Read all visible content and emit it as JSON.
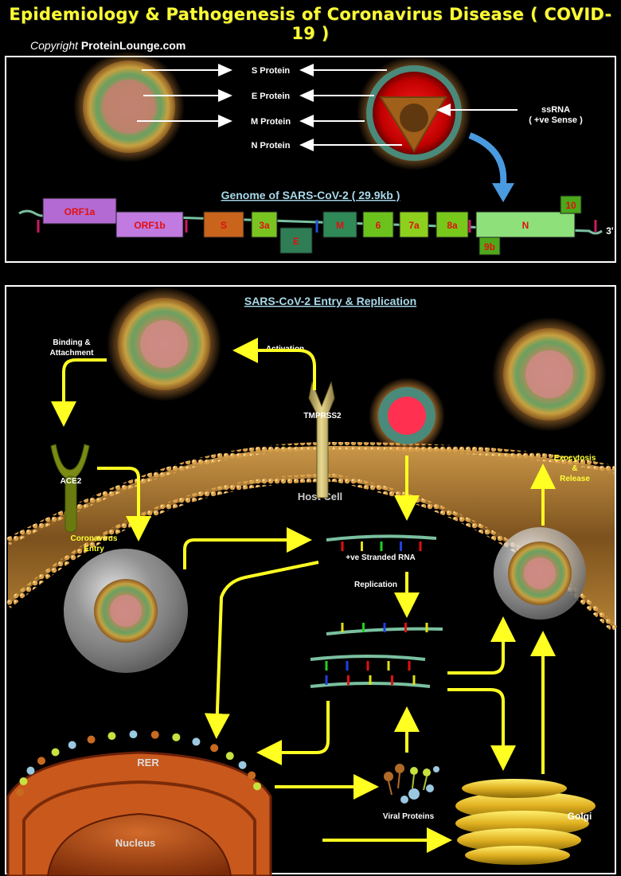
{
  "header": {
    "title": "Epidemiology & Pathogenesis of Coronavirus Disease ( COVID-19 )",
    "copyright_prefix": "Copyright",
    "copyright_site": "ProteinLounge.com"
  },
  "virion_panel": {
    "protein_labels": [
      "S Protein",
      "E Protein",
      "M Protein",
      "N Protein"
    ],
    "ssrna_label_line1": "ssRNA",
    "ssrna_label_line2": "( +ve Sense )"
  },
  "genome": {
    "title": "Genome of SARS-CoV-2 ( 29.9kb )",
    "end_label": "3'",
    "genes": [
      {
        "label": "ORF1a",
        "color": "#b46ad3"
      },
      {
        "label": "ORF1b",
        "color": "#c07ae0"
      },
      {
        "label": "S",
        "color": "#c8641c"
      },
      {
        "label": "3a",
        "color": "#7ac422"
      },
      {
        "label": "E",
        "color": "#2f7d55"
      },
      {
        "label": "M",
        "color": "#2f8a58"
      },
      {
        "label": "6",
        "color": "#6cc21c"
      },
      {
        "label": "7a",
        "color": "#8ed01e"
      },
      {
        "label": "8a",
        "color": "#78c81c"
      },
      {
        "label": "N",
        "color": "#8ee07a"
      },
      {
        "label": "9b",
        "color": "#4fa81a"
      },
      {
        "label": "10",
        "color": "#4aa81a"
      }
    ]
  },
  "replication": {
    "title": "SARS-CoV-2 Entry & Replication",
    "binding_line1": "Binding &",
    "binding_line2": "Attachment",
    "activation": "Activation",
    "tmprss2": "TMPRSS2",
    "ace2": "ACE2",
    "host_cell": "Host Cell",
    "entry_line1": "Coronavirus",
    "entry_line2": "Entry",
    "rna_label": "+ve Stranded RNA",
    "replication_label": "Replication",
    "exocytosis_line1": "Exocytosis",
    "exocytosis_line2": "&",
    "exocytosis_line3": "Release",
    "rer": "RER",
    "nucleus": "Nucleus",
    "viral_proteins": "Viral Proteins",
    "golgi": "Golgi"
  },
  "colors": {
    "arrow_yellow": "#ffff22",
    "title_yellow": "#ffff33",
    "section_title": "#a8d8e8",
    "membrane": "#b8863a",
    "nucleus": "#b3501c",
    "golgi": "#d9b21a"
  }
}
